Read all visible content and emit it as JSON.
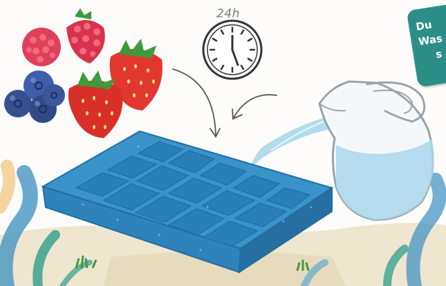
{
  "illustration": {
    "timer_label": "24h",
    "badge": {
      "lines": [
        "Du",
        "Was",
        "s"
      ],
      "color": "#2b8f87"
    },
    "colors": {
      "tray": "#3a93c9",
      "tray_dark": "#1f6ea3",
      "water": "#9fd3ea",
      "strawberry": "#e2372f",
      "raspberry": "#e0405a",
      "blueberry": "#3f5fa8",
      "leaves": "#3e9a3a",
      "sand": "#efe6cf"
    },
    "icons": [
      "clock-icon",
      "strawberry-icon",
      "raspberry-icon",
      "blueberry-icon",
      "pitcher-icon",
      "ice-tray-icon",
      "arrow-icon"
    ]
  }
}
